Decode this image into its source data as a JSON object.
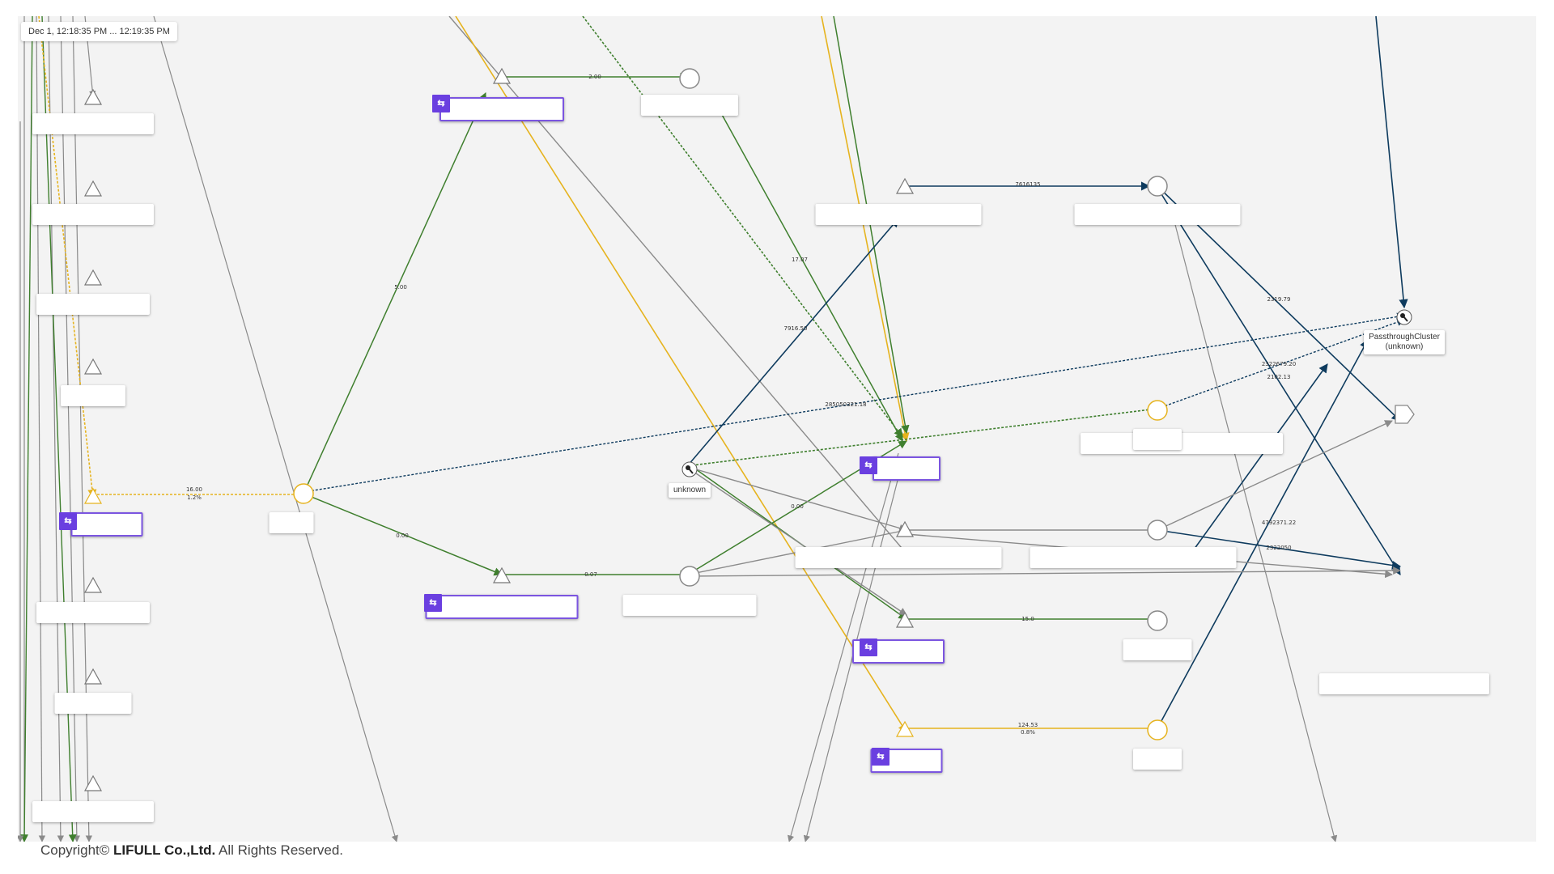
{
  "timestamp": "Dec 1, 12:18:35 PM ... 12:19:35 PM",
  "footer": {
    "prefix": "Copyright© ",
    "company": "LIFULL Co.,Ltd.",
    "suffix": " All Rights Reserved."
  },
  "colors": {
    "green": "#3f7f2e",
    "gold": "#e6b31e",
    "navy": "#0e3b5e",
    "gray": "#8a8a8a",
    "purple": "#6a3fe0",
    "bg": "#f3f3f3"
  },
  "nodes": {
    "passthrough": {
      "name": "PassthroughCluster",
      "sub": "(unknown)",
      "icon": "key-icon"
    },
    "unknown": {
      "name": "unknown",
      "icon": "key-icon"
    }
  },
  "edge_labels": [
    "2.00",
    "7616135",
    "17.07",
    "5.00",
    "7916.50",
    "2319.79",
    "285050321.18",
    "2322679.20",
    "2102.13",
    "16.00",
    "1.2%",
    "0.00",
    "0.00",
    "0.07",
    "4792371.22",
    "2322050",
    "15.0",
    "124.53",
    "0.8%"
  ],
  "icons": {
    "workload": "workload-icon",
    "service": "triangle-icon",
    "app": "circle-icon"
  }
}
